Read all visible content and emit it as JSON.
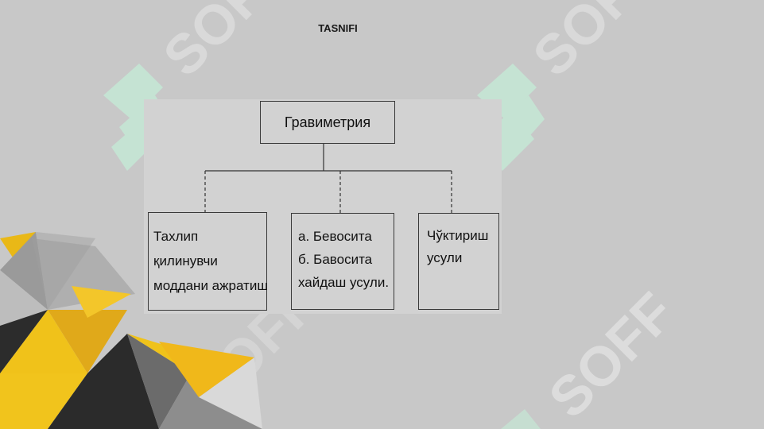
{
  "slide": {
    "title": "TASNIFI",
    "watermark_text": "SOFF"
  },
  "diagram": {
    "root": "Гравиметрия",
    "children": [
      {
        "lines": [
          "Тахлип",
          "қилинувчи",
          "моддани ажратиш"
        ]
      },
      {
        "lines": [
          "а. Бевосита",
          "б. Бавосита",
          "хайдаш усули."
        ]
      },
      {
        "lines": [
          "Чўктириш",
          "усули"
        ]
      }
    ]
  },
  "colors": {
    "background": "#c8c8c8",
    "panel": "#d2d2d2",
    "accent_yellow": "#f0c21a",
    "dark": "#2b2b2b",
    "watermark_green": "#bfe8d4"
  }
}
